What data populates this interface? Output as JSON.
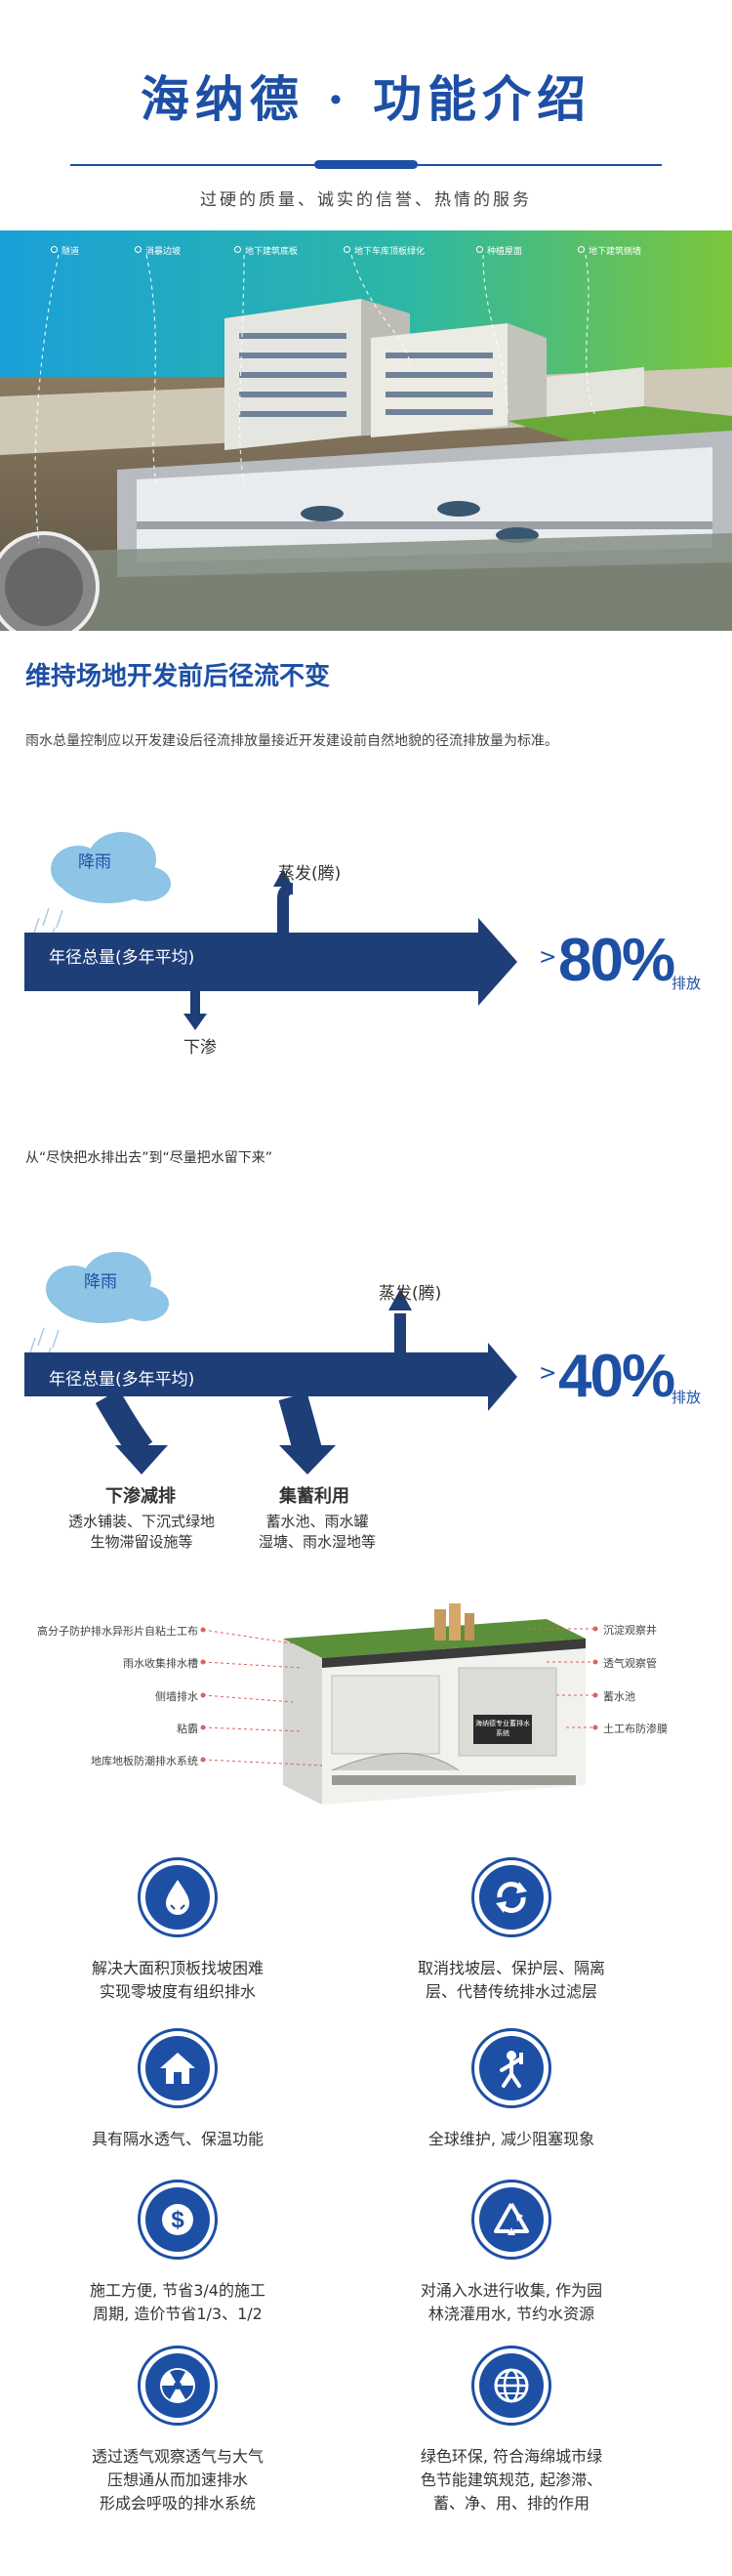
{
  "header": {
    "title": "海纳德 · 功能介绍",
    "subtitle": "过硬的质量、诚实的信誉、热情的服务"
  },
  "hero": {
    "labels": [
      "隧道",
      "消暴边坡",
      "地下建筑底板",
      "地下车库顶板绿化",
      "种植屋面",
      "地下建筑侧墙"
    ]
  },
  "section": {
    "title": "维持场地开发前后径流不变",
    "description": "雨水总量控制应以开发建设后径流排放量接近开发建设前自然地貌的径流排放量为标准。"
  },
  "diagram1": {
    "cloud": "降雨",
    "flow": "年径总量(多年平均)",
    "up": "蒸发(腾)",
    "down": "下渗",
    "gt": ">",
    "percent": "80%",
    "suffix": "排放"
  },
  "transition": "从“尽快把水排出去”到“尽量把水留下来”",
  "diagram2": {
    "cloud": "降雨",
    "flow": "年径总量(多年平均)",
    "up": "蒸发(腾)",
    "gt": ">",
    "percent": "40%",
    "suffix": "排放",
    "branch1_title": "下渗减排",
    "branch1_l1": "透水铺装、下沉式绿地",
    "branch1_l2": "生物滞留设施等",
    "branch2_title": "集蓄利用",
    "branch2_l1": "蓄水池、雨水罐",
    "branch2_l2": "湿塘、雨水湿地等"
  },
  "layers": {
    "left": [
      "高分子防护排水异形片自粘土工布",
      "雨水收集排水槽",
      "侧墙排水",
      "粘霸",
      "地库地板防潮排水系统"
    ],
    "right": [
      "沉淀观察井",
      "透气观察管",
      "蓄水池",
      "土工布防渗膜"
    ],
    "sign": "海纳德专业蓄排水系统"
  },
  "features": [
    {
      "icon": "water-drop-icon",
      "l1": "解决大面积顶板找坡困难",
      "l2": "实现零坡度有组织排水"
    },
    {
      "icon": "recycle-arrows-icon",
      "l1": "取消找坡层、保护层、隔离",
      "l2": "层、代替传统排水过滤层"
    },
    {
      "icon": "house-icon",
      "l1": "具有隔水透气、保温功能",
      "l2": ""
    },
    {
      "icon": "maintenance-worker-icon",
      "l1": "全球维护, 减少阻塞现象",
      "l2": ""
    },
    {
      "icon": "dollar-icon",
      "l1": "施工方便, 节省3/4的施工",
      "l2": "周期, 造价节省1/3、1/2"
    },
    {
      "icon": "recycle-triangle-icon",
      "l1": "对涌入水进行收集, 作为园",
      "l2": "林浇灌用水, 节约水资源"
    },
    {
      "icon": "radiation-icon",
      "l1": "透过透气观察透气与大气",
      "l2": "压想通从而加速排水",
      "l3": "形成会呼吸的排水系统"
    },
    {
      "icon": "globe-icon",
      "l1": "绿色环保, 符合海绵城市绿",
      "l2": "色节能建筑规范, 起渗滞、",
      "l3": "蓄、净、用、排的作用"
    }
  ],
  "colors": {
    "brand": "#1d4fa5",
    "navy": "#1e3e78"
  }
}
